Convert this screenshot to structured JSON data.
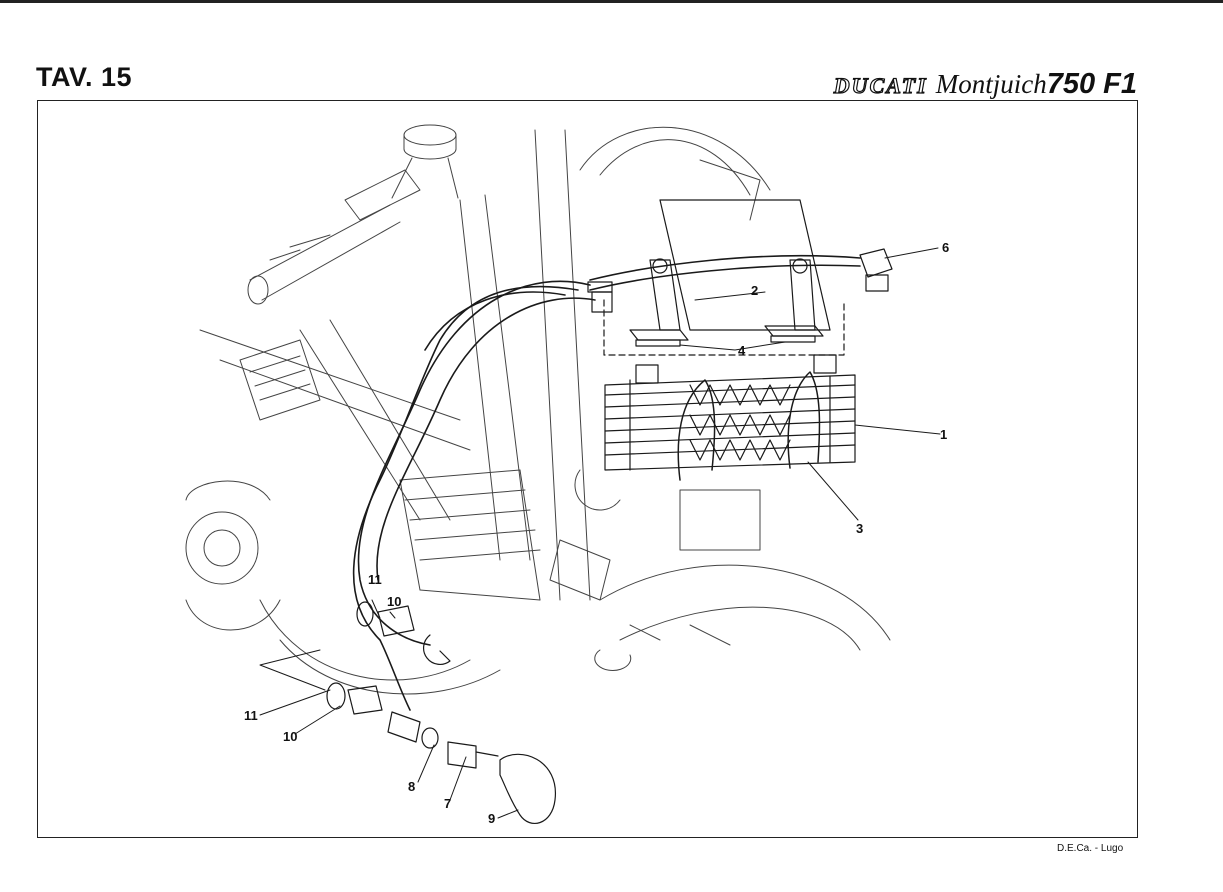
{
  "header": {
    "tav_label": "TAV.",
    "tav_number": "15",
    "brand": "DUCATI",
    "model": "Montjuich",
    "model_code": "750 F1"
  },
  "footer": {
    "credit": "D.E.Ca. - Lugo"
  },
  "callouts": [
    {
      "id": "c1",
      "label": "1"
    },
    {
      "id": "c2",
      "label": "2"
    },
    {
      "id": "c3",
      "label": "3"
    },
    {
      "id": "c4",
      "label": "4"
    },
    {
      "id": "c6",
      "label": "6"
    },
    {
      "id": "c7",
      "label": "7"
    },
    {
      "id": "c8",
      "label": "8"
    },
    {
      "id": "c9",
      "label": "9"
    },
    {
      "id": "c10a",
      "label": "10"
    },
    {
      "id": "c10b",
      "label": "10"
    },
    {
      "id": "c11a",
      "label": "11"
    },
    {
      "id": "c11b",
      "label": "11"
    }
  ]
}
